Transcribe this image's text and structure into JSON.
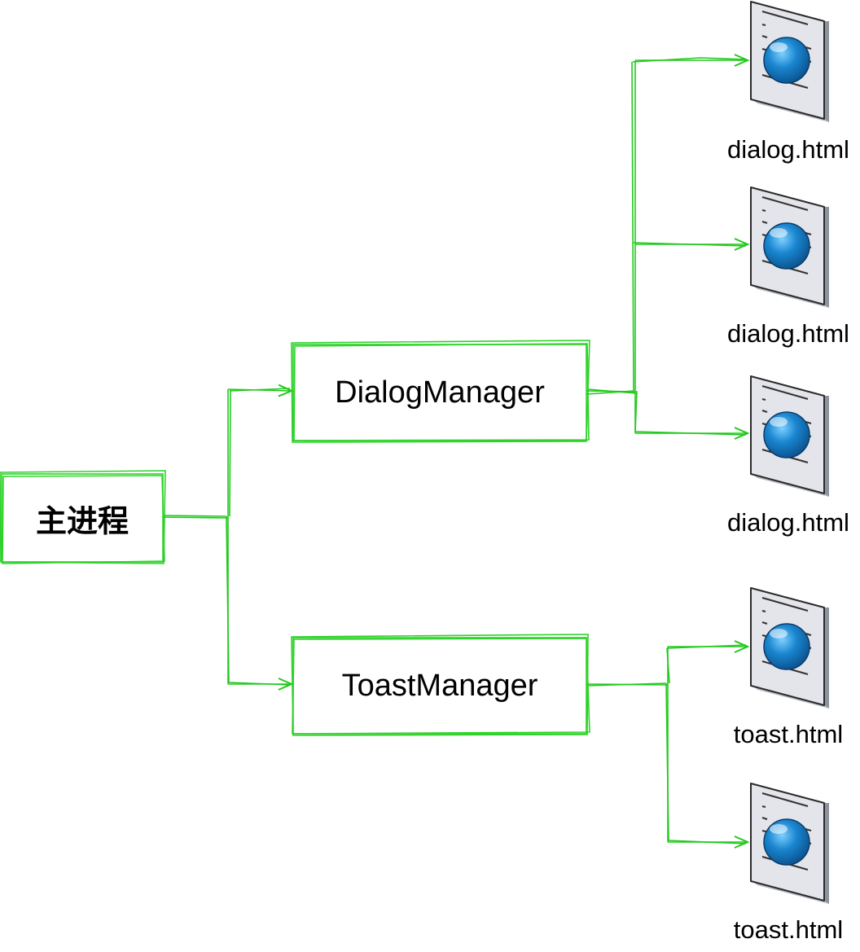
{
  "nodes": {
    "main_process": {
      "label": "主进程"
    },
    "dialog_manager": {
      "label": "DialogManager"
    },
    "toast_manager": {
      "label": "ToastManager"
    }
  },
  "pages": [
    {
      "label": "dialog.html"
    },
    {
      "label": "dialog.html"
    },
    {
      "label": "dialog.html"
    },
    {
      "label": "toast.html"
    },
    {
      "label": "toast.html"
    }
  ],
  "colors": {
    "connector": "#22c91d",
    "box_border": "#2fd22a",
    "globe": "#1a86d0",
    "page_face": "#e6e7ec",
    "page_side": "#9aa1ad"
  },
  "icons": {
    "page": "web-page-icon"
  }
}
